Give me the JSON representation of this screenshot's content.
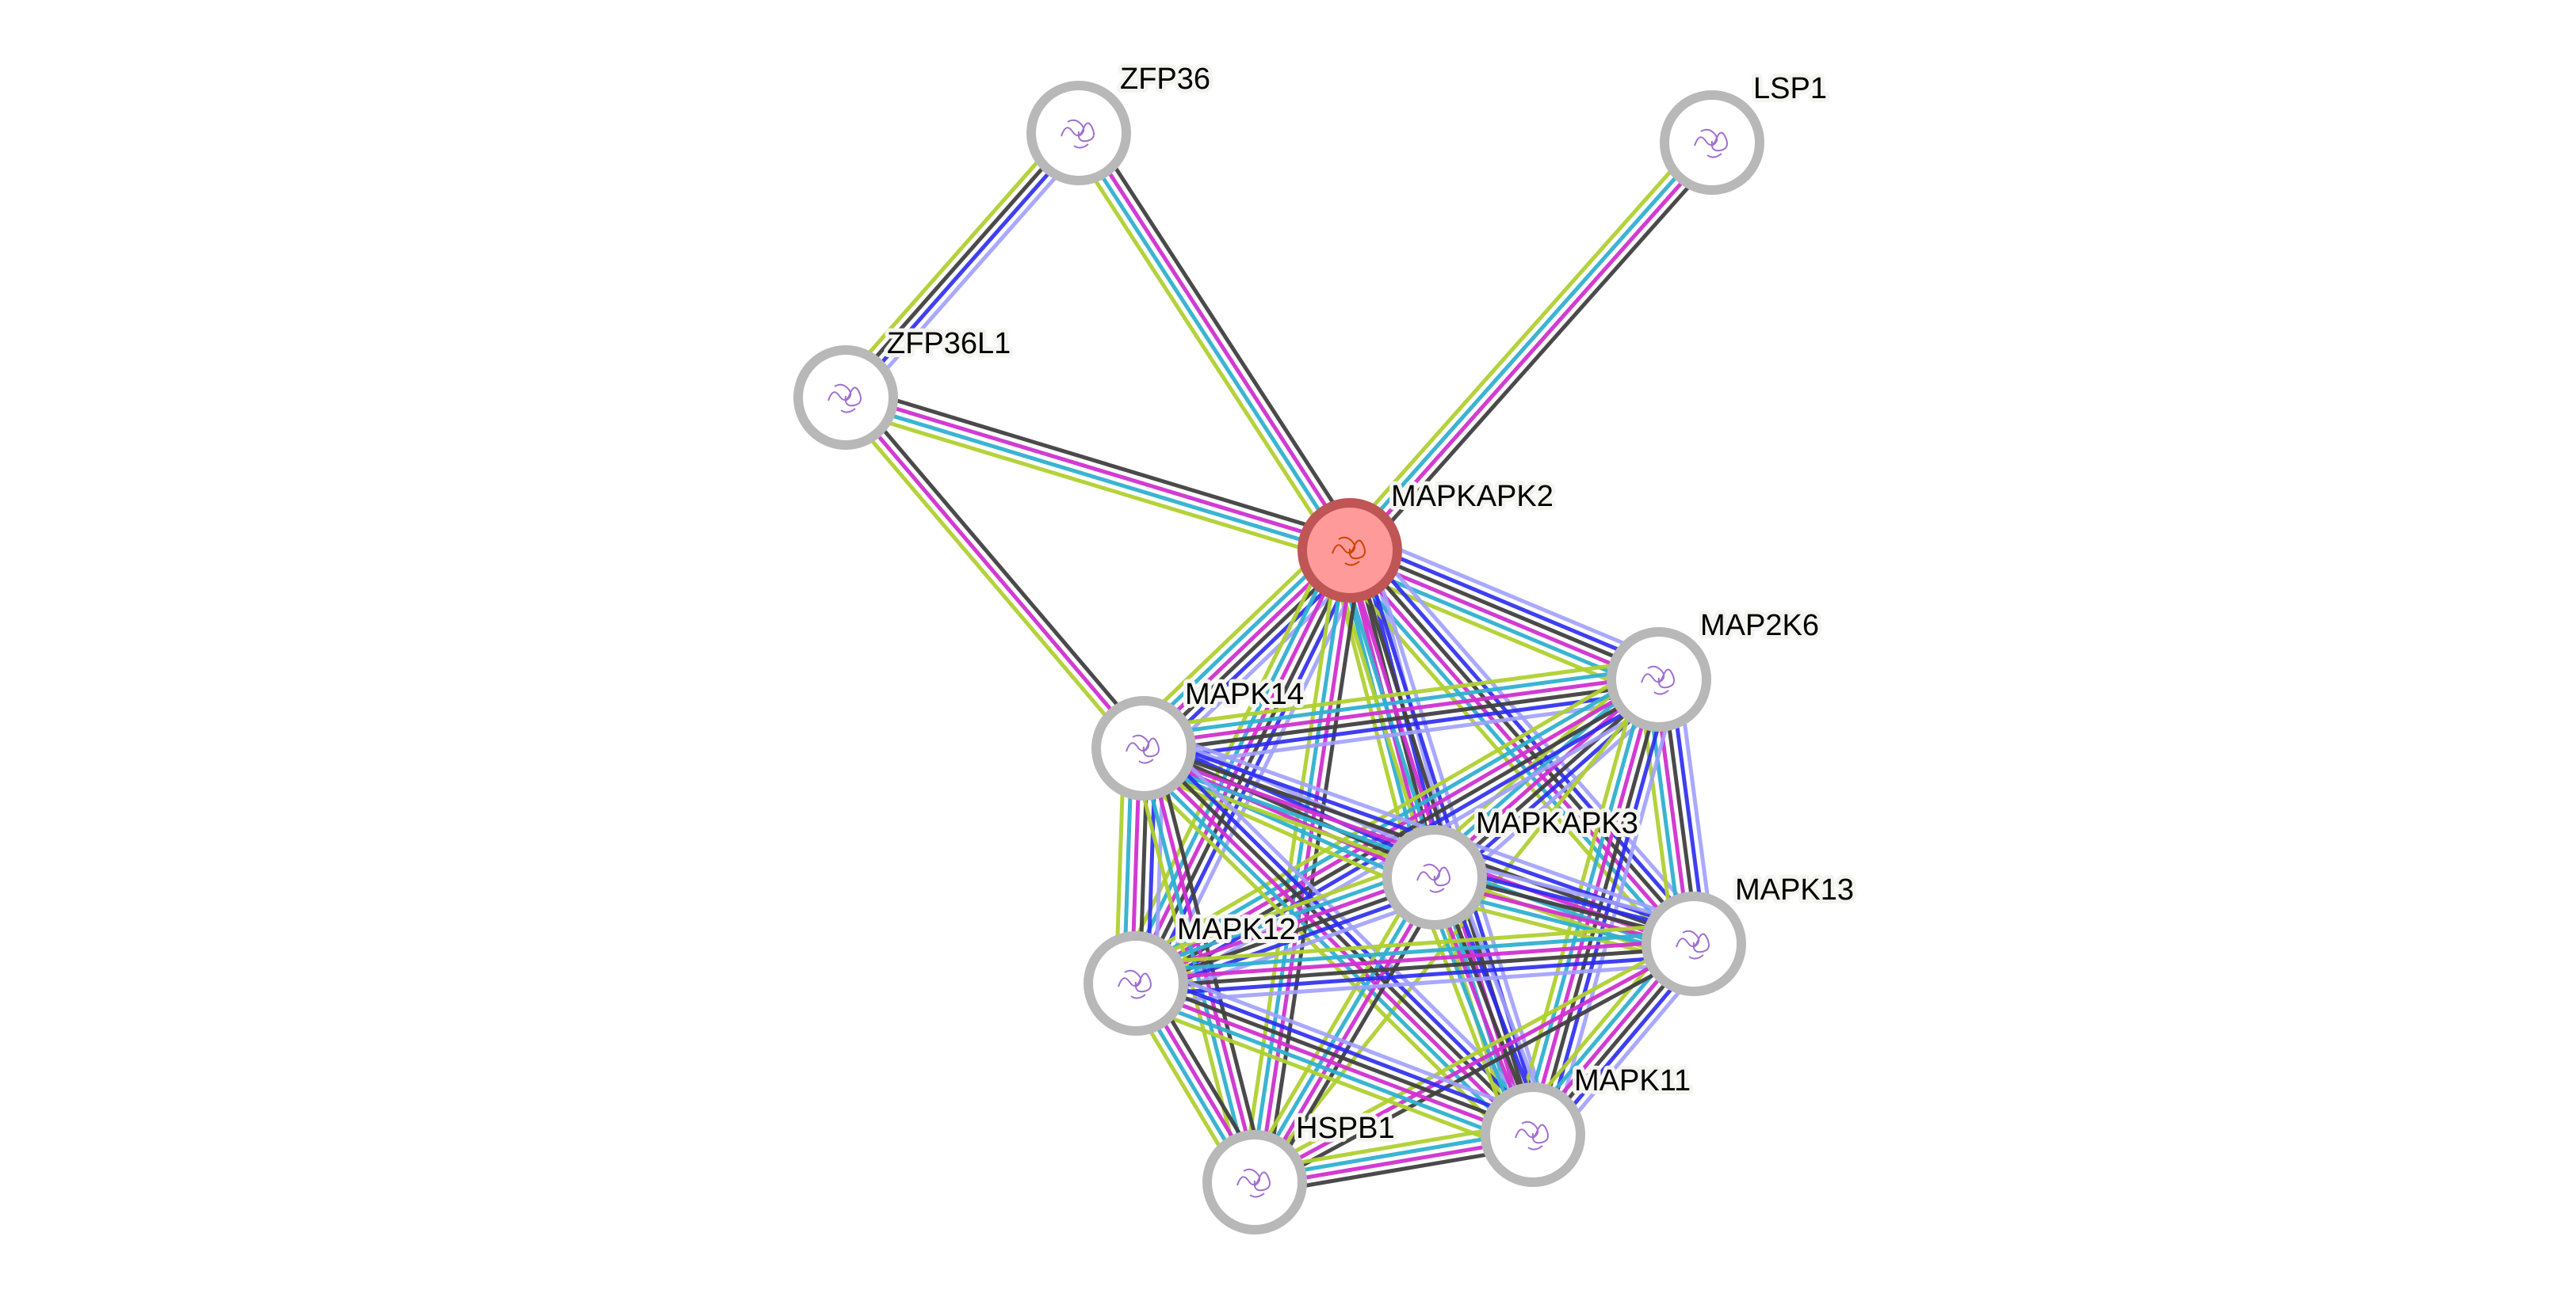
{
  "diagram": {
    "type": "protein-interaction-network",
    "query_node": "MAPKAPK2",
    "evidence_colors": {
      "homology": "#a0a0ff",
      "cooccurrence": "#2a2af0",
      "coexpression": "#404040",
      "experiments": "#d030d0",
      "databases": "#30b0d0",
      "textmining": "#b0d030"
    },
    "node_colors": {
      "query_fill": "#ff9a9a",
      "query_ring": "#c05555",
      "default_ring": "#b8b8b8",
      "structure_glyph": "#a070d0"
    },
    "nodes": [
      {
        "id": "ZFP36",
        "label": "ZFP36"
      },
      {
        "id": "LSP1",
        "label": "LSP1"
      },
      {
        "id": "ZFP36L1",
        "label": "ZFP36L1"
      },
      {
        "id": "MAPKAPK2",
        "label": "MAPKAPK2"
      },
      {
        "id": "MAP2K6",
        "label": "MAP2K6"
      },
      {
        "id": "MAPK14",
        "label": "MAPK14"
      },
      {
        "id": "MAPKAPK3",
        "label": "MAPKAPK3"
      },
      {
        "id": "MAPK13",
        "label": "MAPK13"
      },
      {
        "id": "MAPK12",
        "label": "MAPK12"
      },
      {
        "id": "MAPK11",
        "label": "MAPK11"
      },
      {
        "id": "HSPB1",
        "label": "HSPB1"
      }
    ],
    "edges": [
      {
        "source": "ZFP36",
        "target": "ZFP36L1",
        "evidence": [
          "homology",
          "cooccurrence",
          "coexpression",
          "textmining"
        ]
      },
      {
        "source": "ZFP36",
        "target": "MAPKAPK2",
        "evidence": [
          "coexpression",
          "experiments",
          "databases",
          "textmining"
        ]
      },
      {
        "source": "LSP1",
        "target": "MAPKAPK2",
        "evidence": [
          "coexpression",
          "experiments",
          "databases",
          "textmining"
        ]
      },
      {
        "source": "ZFP36L1",
        "target": "MAPKAPK2",
        "evidence": [
          "coexpression",
          "experiments",
          "databases",
          "textmining"
        ]
      },
      {
        "source": "ZFP36L1",
        "target": "MAPK14",
        "evidence": [
          "coexpression",
          "experiments",
          "textmining"
        ]
      },
      {
        "source": "MAPKAPK2",
        "target": "MAP2K6",
        "evidence": [
          "homology",
          "cooccurrence",
          "coexpression",
          "experiments",
          "databases",
          "textmining"
        ]
      },
      {
        "source": "MAPKAPK2",
        "target": "MAPK14",
        "evidence": [
          "homology",
          "cooccurrence",
          "coexpression",
          "experiments",
          "databases",
          "textmining"
        ]
      },
      {
        "source": "MAPKAPK2",
        "target": "MAPKAPK3",
        "evidence": [
          "homology",
          "cooccurrence",
          "coexpression",
          "experiments",
          "databases",
          "textmining"
        ]
      },
      {
        "source": "MAPKAPK2",
        "target": "MAPK13",
        "evidence": [
          "homology",
          "cooccurrence",
          "coexpression",
          "experiments",
          "databases",
          "textmining"
        ]
      },
      {
        "source": "MAPKAPK2",
        "target": "MAPK12",
        "evidence": [
          "homology",
          "cooccurrence",
          "coexpression",
          "experiments",
          "databases",
          "textmining"
        ]
      },
      {
        "source": "MAPKAPK2",
        "target": "MAPK11",
        "evidence": [
          "homology",
          "cooccurrence",
          "coexpression",
          "experiments",
          "databases",
          "textmining"
        ]
      },
      {
        "source": "MAPKAPK2",
        "target": "HSPB1",
        "evidence": [
          "coexpression",
          "experiments",
          "databases",
          "textmining"
        ]
      },
      {
        "source": "MAP2K6",
        "target": "MAPK14",
        "evidence": [
          "homology",
          "cooccurrence",
          "coexpression",
          "experiments",
          "databases",
          "textmining"
        ]
      },
      {
        "source": "MAP2K6",
        "target": "MAPKAPK3",
        "evidence": [
          "homology",
          "cooccurrence",
          "coexpression",
          "experiments",
          "databases",
          "textmining"
        ]
      },
      {
        "source": "MAP2K6",
        "target": "MAPK13",
        "evidence": [
          "homology",
          "cooccurrence",
          "coexpression",
          "experiments",
          "databases",
          "textmining"
        ]
      },
      {
        "source": "MAP2K6",
        "target": "MAPK12",
        "evidence": [
          "homology",
          "cooccurrence",
          "coexpression",
          "experiments",
          "databases",
          "textmining"
        ]
      },
      {
        "source": "MAP2K6",
        "target": "MAPK11",
        "evidence": [
          "homology",
          "cooccurrence",
          "coexpression",
          "experiments",
          "databases",
          "textmining"
        ]
      },
      {
        "source": "MAP2K6",
        "target": "HSPB1",
        "evidence": [
          "textmining"
        ]
      },
      {
        "source": "MAPK14",
        "target": "MAPKAPK3",
        "evidence": [
          "homology",
          "cooccurrence",
          "coexpression",
          "experiments",
          "databases",
          "textmining"
        ]
      },
      {
        "source": "MAPK14",
        "target": "MAPK13",
        "evidence": [
          "homology",
          "cooccurrence",
          "coexpression",
          "experiments",
          "databases",
          "textmining"
        ]
      },
      {
        "source": "MAPK14",
        "target": "MAPK12",
        "evidence": [
          "homology",
          "cooccurrence",
          "coexpression",
          "experiments",
          "databases",
          "textmining"
        ]
      },
      {
        "source": "MAPK14",
        "target": "MAPK11",
        "evidence": [
          "homology",
          "cooccurrence",
          "coexpression",
          "experiments",
          "databases",
          "textmining"
        ]
      },
      {
        "source": "MAPK14",
        "target": "HSPB1",
        "evidence": [
          "coexpression",
          "experiments",
          "databases",
          "textmining"
        ]
      },
      {
        "source": "MAPKAPK3",
        "target": "MAPK13",
        "evidence": [
          "homology",
          "cooccurrence",
          "coexpression",
          "experiments",
          "databases",
          "textmining"
        ]
      },
      {
        "source": "MAPKAPK3",
        "target": "MAPK12",
        "evidence": [
          "homology",
          "cooccurrence",
          "coexpression",
          "experiments",
          "databases",
          "textmining"
        ]
      },
      {
        "source": "MAPKAPK3",
        "target": "MAPK11",
        "evidence": [
          "homology",
          "cooccurrence",
          "coexpression",
          "experiments",
          "databases",
          "textmining"
        ]
      },
      {
        "source": "MAPKAPK3",
        "target": "HSPB1",
        "evidence": [
          "coexpression",
          "experiments",
          "databases",
          "textmining"
        ]
      },
      {
        "source": "MAPK13",
        "target": "MAPK12",
        "evidence": [
          "homology",
          "cooccurrence",
          "coexpression",
          "experiments",
          "databases",
          "textmining"
        ]
      },
      {
        "source": "MAPK13",
        "target": "MAPK11",
        "evidence": [
          "homology",
          "cooccurrence",
          "coexpression",
          "experiments",
          "databases",
          "textmining"
        ]
      },
      {
        "source": "MAPK13",
        "target": "HSPB1",
        "evidence": [
          "coexpression",
          "experiments",
          "textmining"
        ]
      },
      {
        "source": "MAPK12",
        "target": "MAPK11",
        "evidence": [
          "homology",
          "cooccurrence",
          "coexpression",
          "experiments",
          "databases",
          "textmining"
        ]
      },
      {
        "source": "MAPK12",
        "target": "HSPB1",
        "evidence": [
          "coexpression",
          "experiments",
          "databases",
          "textmining"
        ]
      },
      {
        "source": "MAPK11",
        "target": "HSPB1",
        "evidence": [
          "coexpression",
          "experiments",
          "databases",
          "textmining"
        ]
      }
    ]
  }
}
